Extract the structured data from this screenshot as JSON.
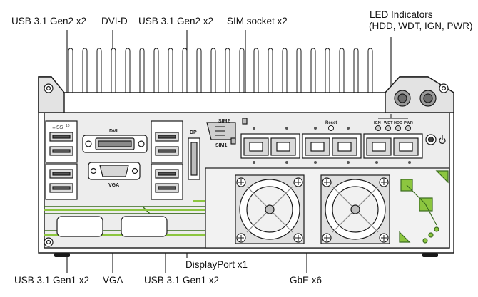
{
  "callouts_top": {
    "usb_gen2_left": "USB 3.1 Gen2 x2",
    "dvi": "DVI-D",
    "usb_gen2_mid": "USB 3.1 Gen2 x2",
    "sim": "SIM socket x2",
    "led_line1": "LED Indicators",
    "led_line2": "(HDD, WDT, IGN, PWR)"
  },
  "callouts_bottom": {
    "usb_gen1_left": "USB 3.1 Gen1 x2",
    "vga": "VGA",
    "usb_gen1_mid": "USB 3.1 Gen1 x2",
    "displayport": "DisplayPort x1",
    "gbe": "GbE x6"
  },
  "panel_labels": {
    "dvi": "DVI",
    "vga": "VGA",
    "dp": "DP",
    "sim2": "SIM2",
    "sim1": "SIM1",
    "reset": "Reset",
    "led_ign": "IGN",
    "led_wdt": "WDT",
    "led_hdd": "HDD",
    "led_pwr": "PWR",
    "usb_ss_10": "10"
  },
  "colors": {
    "panel_fill": "#e9e9e9",
    "panel_stroke": "#1a1a1a",
    "accent_green": "#8cc63f",
    "dark_green": "#3a6b1f",
    "leader_line": "#000000"
  }
}
